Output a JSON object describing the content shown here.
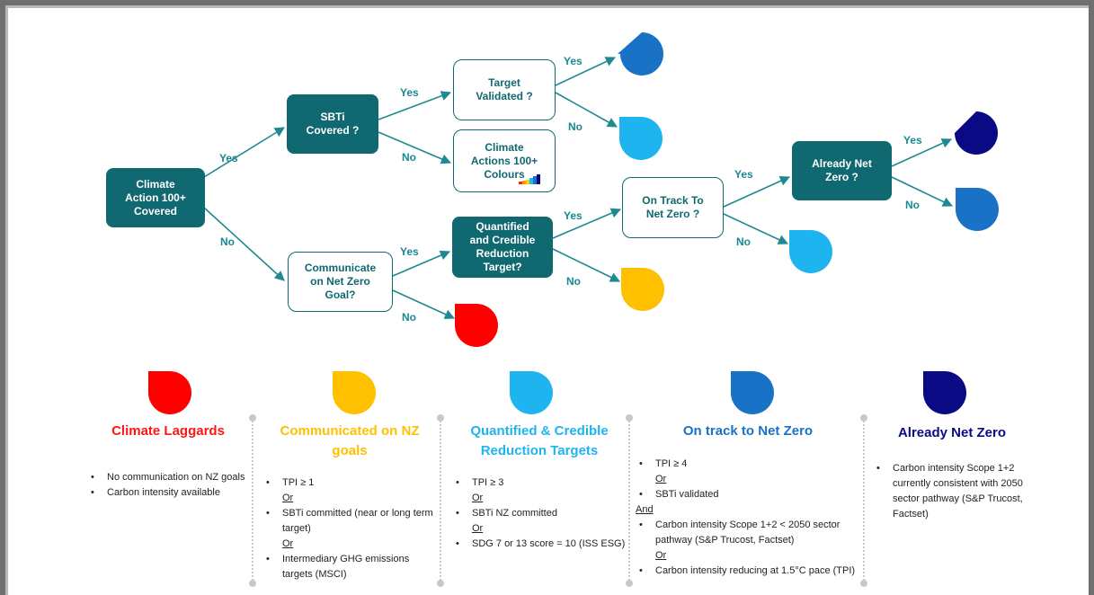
{
  "nodes": {
    "ca100": "Climate\nAction 100+\nCovered",
    "sbti": "SBTi\nCovered ?",
    "target_validated": "Target\nValidated ?",
    "ca100_colours": "Climate\nActions 100+\nColours",
    "communicate": "Communicate\non  Net Zero\nGoal?",
    "quantified": "Quantified\nand Credible\nReduction\nTarget?",
    "on_track": "On Track To\nNet Zero ?",
    "already_nz": "Already Net\nZero ?"
  },
  "edge_labels": {
    "yes": "Yes",
    "no": "No"
  },
  "colors": {
    "teal_dark": "#106871",
    "red": "#ff0000",
    "amber": "#ffc000",
    "light_blue": "#1eb4ef",
    "mid_blue": "#1a72c6",
    "navy": "#0a0a85"
  },
  "categories": [
    {
      "id": "laggards",
      "title": "Climate Laggards",
      "color": "#ff1515",
      "items": [
        {
          "t": "No communication on NZ goals",
          "k": "bullet"
        },
        {
          "t": "Carbon intensity available",
          "k": "bullet"
        }
      ]
    },
    {
      "id": "communicated",
      "title": "Communicated on NZ\ngoals",
      "color": "#ffc000",
      "items": [
        {
          "t": "TPI ≥ 1",
          "k": "bullet"
        },
        {
          "t": "Or",
          "k": "conn"
        },
        {
          "t": "SBTi committed (near or long term target)",
          "k": "bullet"
        },
        {
          "t": "Or",
          "k": "conn"
        },
        {
          "t": "Intermediary GHG emissions targets (MSCI)",
          "k": "bullet"
        }
      ]
    },
    {
      "id": "quantified",
      "title": "Quantified & Credible\nReduction Targets",
      "color": "#1eb4ef",
      "items": [
        {
          "t": "TPI ≥ 3",
          "k": "bullet"
        },
        {
          "t": "Or",
          "k": "conn"
        },
        {
          "t": "SBTi NZ committed",
          "k": "bullet"
        },
        {
          "t": "Or",
          "k": "conn"
        },
        {
          "t": "SDG 7 or 13 score = 10 (ISS ESG)",
          "k": "bullet"
        }
      ]
    },
    {
      "id": "on_track",
      "title": "On track to Net Zero",
      "color": "#1a72c6",
      "items": [
        {
          "t": "TPI  ≥ 4",
          "k": "bullet"
        },
        {
          "t": "Or",
          "k": "conn"
        },
        {
          "t": "SBTi validated",
          "k": "bullet"
        },
        {
          "t": "And",
          "k": "conn-flush"
        },
        {
          "t": "Carbon intensity Scope 1+2 < 2050 sector pathway (S&P Trucost, Factset)",
          "k": "bullet"
        },
        {
          "t": "Or",
          "k": "conn"
        },
        {
          "t": "Carbon intensity reducing at 1.5°C pace (TPI)",
          "k": "bullet"
        }
      ]
    },
    {
      "id": "already_nz",
      "title": "Already Net Zero",
      "color": "#0a0a85",
      "items": [
        {
          "t": "Carbon intensity Scope 1+2 currently consistent with 2050 sector pathway (S&P Trucost, Factset)",
          "k": "bullet"
        }
      ]
    }
  ]
}
